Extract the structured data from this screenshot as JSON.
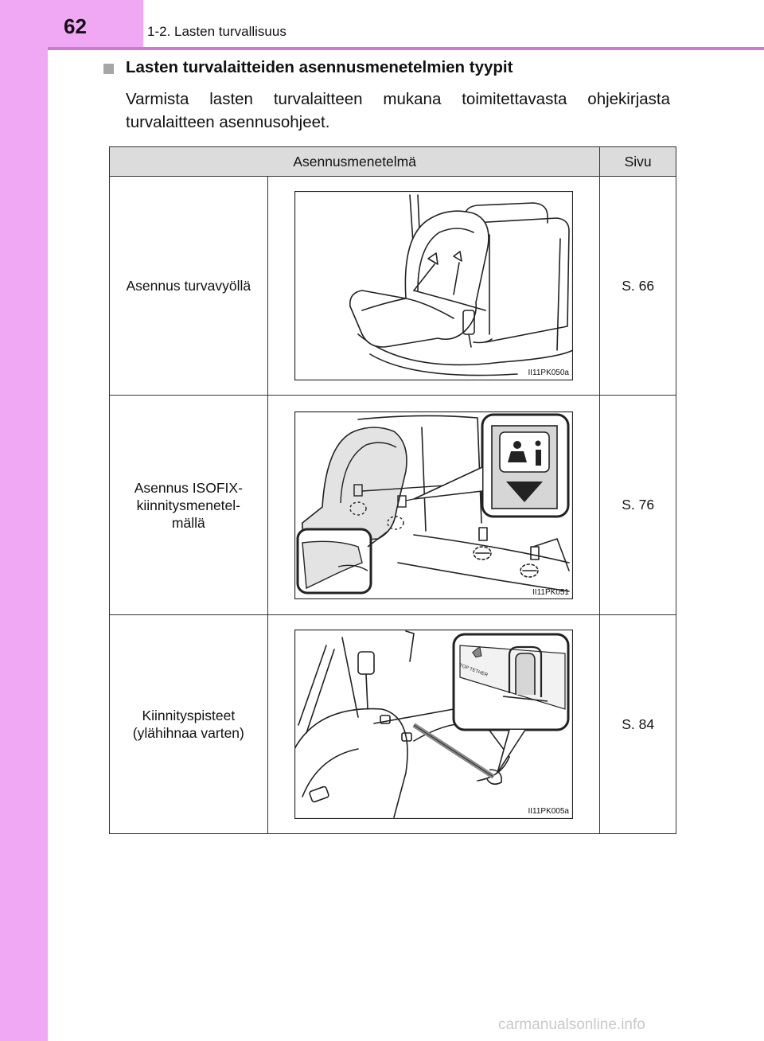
{
  "header": {
    "page_number": "62",
    "chapter": "1-2. Lasten turvallisuus"
  },
  "section": {
    "heading": "Lasten turvalaitteiden asennusmenetelmien tyypit",
    "intro": "Varmista lasten turvalaitteen mukana toimitettavasta ohjekirjasta turvalaitteen asennusohjeet."
  },
  "table": {
    "headers": [
      "Asennusmenetelmä",
      "Sivu"
    ],
    "rows": [
      {
        "method": "Asennus turvavyöllä",
        "figure_code": "II11PK050a",
        "page": "S. 66"
      },
      {
        "method": "Asennus ISOFIX-kiinnitysmenetel-mällä",
        "method_lines": [
          "Asennus ISOFIX-",
          "kiinnitysmenetel-",
          "mällä"
        ],
        "figure_code": "II11PK051",
        "page": "S. 76"
      },
      {
        "method": "Kiinnityspisteet (ylähihnaa varten)",
        "method_lines": [
          "Kiinnityspisteet",
          "(ylähihnaa varten)"
        ],
        "figure_code": "II11PK005a",
        "page": "S. 84"
      }
    ]
  },
  "figure_labels": {
    "top_tether": "TOP TETHER"
  },
  "footer": {
    "watermark": "carmanualsonline.info"
  }
}
